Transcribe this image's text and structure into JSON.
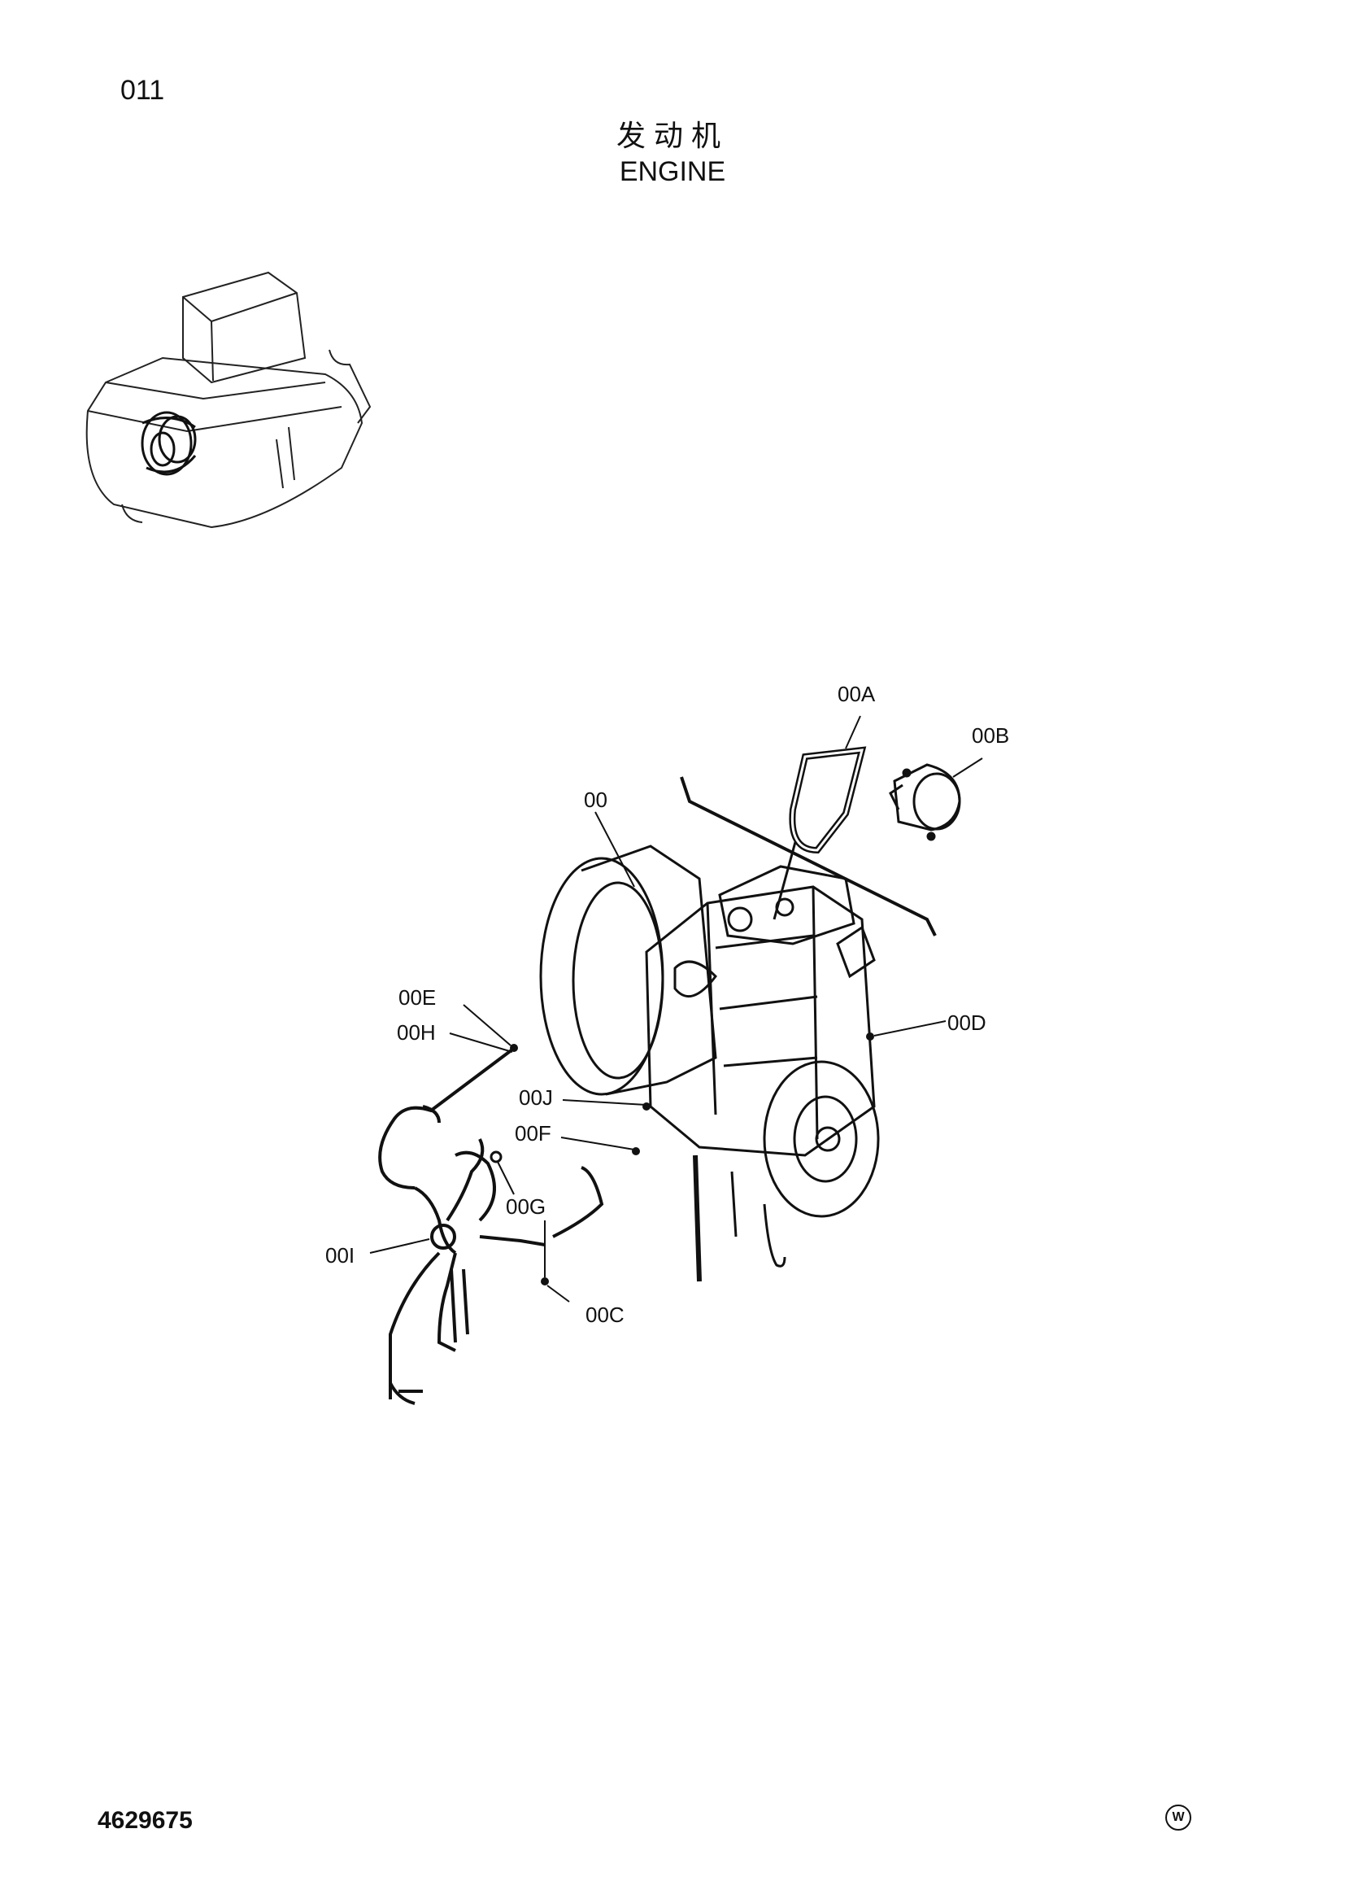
{
  "header": {
    "page_number": "011",
    "title_cn": "发动机",
    "title_en": "ENGINE"
  },
  "callouts": [
    {
      "id": "00A",
      "label": "00A"
    },
    {
      "id": "00B",
      "label": "00B"
    },
    {
      "id": "00",
      "label": "00"
    },
    {
      "id": "00E",
      "label": "00E"
    },
    {
      "id": "00H",
      "label": "00H"
    },
    {
      "id": "00D",
      "label": "00D"
    },
    {
      "id": "00J",
      "label": "00J"
    },
    {
      "id": "00F",
      "label": "00F"
    },
    {
      "id": "00G",
      "label": "00G"
    },
    {
      "id": "00I",
      "label": "00I"
    },
    {
      "id": "00C",
      "label": "00C"
    }
  ],
  "footer": {
    "doc_number": "4629675",
    "mark": "W"
  }
}
